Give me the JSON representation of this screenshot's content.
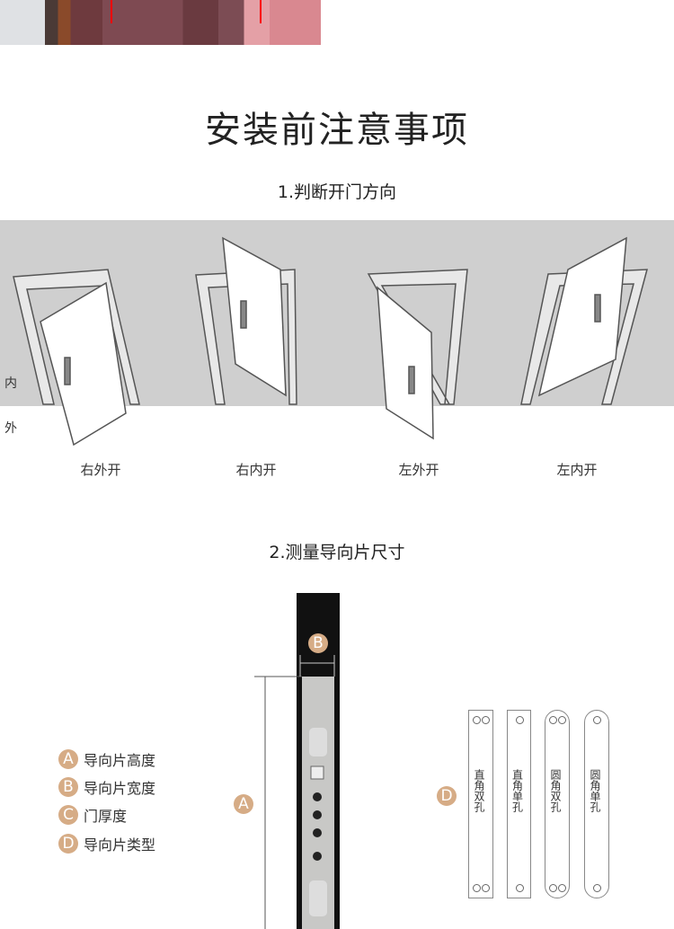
{
  "title": "安装前注意事项",
  "section1": {
    "heading": "1.判断开门方向",
    "inside_label": "内",
    "outside_label": "外",
    "doors": [
      {
        "label": "右外开"
      },
      {
        "label": "右内开"
      },
      {
        "label": "左外开"
      },
      {
        "label": "左内开"
      }
    ]
  },
  "section2": {
    "heading": "2.测量导向片尺寸",
    "legend": [
      {
        "letter": "A",
        "text": "导向片高度"
      },
      {
        "letter": "B",
        "text": "导向片宽度"
      },
      {
        "letter": "C",
        "text": "门厚度"
      },
      {
        "letter": "D",
        "text": "导向片类型"
      }
    ],
    "marker_a": "A",
    "marker_b": "B",
    "marker_d": "D",
    "plates": [
      {
        "label": "直角双孔"
      },
      {
        "label": "直角单孔"
      },
      {
        "label": "圆角双孔"
      },
      {
        "label": "圆角单孔"
      }
    ]
  },
  "colors": {
    "badge": "#d6ac86",
    "band": "#cfcfcf"
  }
}
